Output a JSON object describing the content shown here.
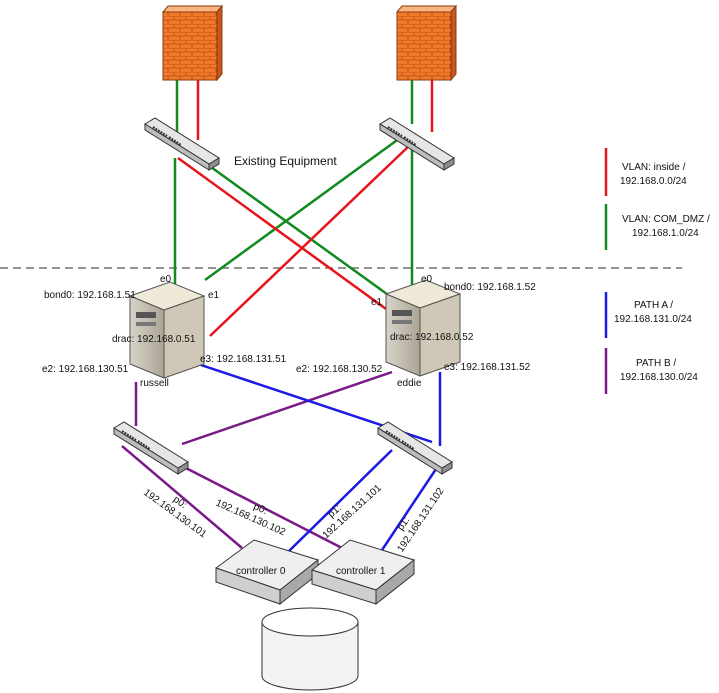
{
  "colors": {
    "vlan_inside": "#e8141b",
    "vlan_dmz": "#128a1f",
    "path_a": "#1a1ae6",
    "path_b": "#7a1a88",
    "dashed": "#555555"
  },
  "labels": {
    "existing_equipment": "Existing Equipment",
    "russell": {
      "name": "russell",
      "bond0": "bond0: 192.168.1.51",
      "drac": "drac: 192.168.0.51",
      "e0": "e0",
      "e1": "e1",
      "e2": "e2: 192.168.130.51",
      "e3": "e3: 192.168.131.51"
    },
    "eddie": {
      "name": "eddie",
      "bond0": "bond0: 192.168.1.52",
      "drac": "drac: 192.168.0.52",
      "e0": "e0",
      "e1": "e1",
      "e2": "e2: 192.168.130.52",
      "e3": "e3: 192.168.131.52"
    },
    "controller0": "controller 0",
    "controller1": "controller 1",
    "c0_p0": [
      "p0:",
      "192.168.130.101"
    ],
    "c1_p0": [
      "p0:",
      "192.168.130.102"
    ],
    "c0_p1": [
      "p1:",
      "192.168.131.101"
    ],
    "c1_p1": [
      "p1:",
      "192.168.131.102"
    ]
  },
  "legend": [
    {
      "color_key": "vlan_inside",
      "line1": "VLAN: inside /",
      "line2": "192.168.0.0/24"
    },
    {
      "color_key": "vlan_dmz",
      "line1": "VLAN: COM_DMZ /",
      "line2": "192.168.1.0/24"
    },
    {
      "color_key": "path_a",
      "line1": "PATH A /",
      "line2": "192.168.131.0/24"
    },
    {
      "color_key": "path_b",
      "line1": "PATH B /",
      "line2": "192.168.130.0/24"
    }
  ]
}
